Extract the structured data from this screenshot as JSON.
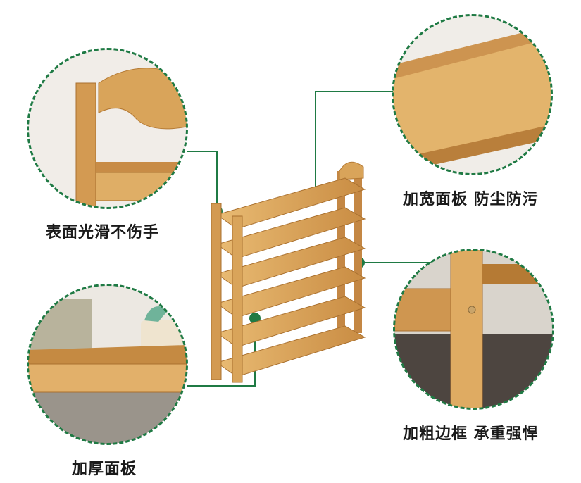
{
  "colors": {
    "accent": "#1f7a44",
    "bamboo": "#d9a45a",
    "bamboo_dark": "#b57a34"
  },
  "callouts": {
    "top_left": {
      "caption": "表面光滑不伤手"
    },
    "bottom_left": {
      "caption": "加厚面板"
    },
    "top_right": {
      "caption": "加宽面板 防尘防污"
    },
    "bottom_right": {
      "caption": "加粗边框 承重强悍"
    }
  }
}
